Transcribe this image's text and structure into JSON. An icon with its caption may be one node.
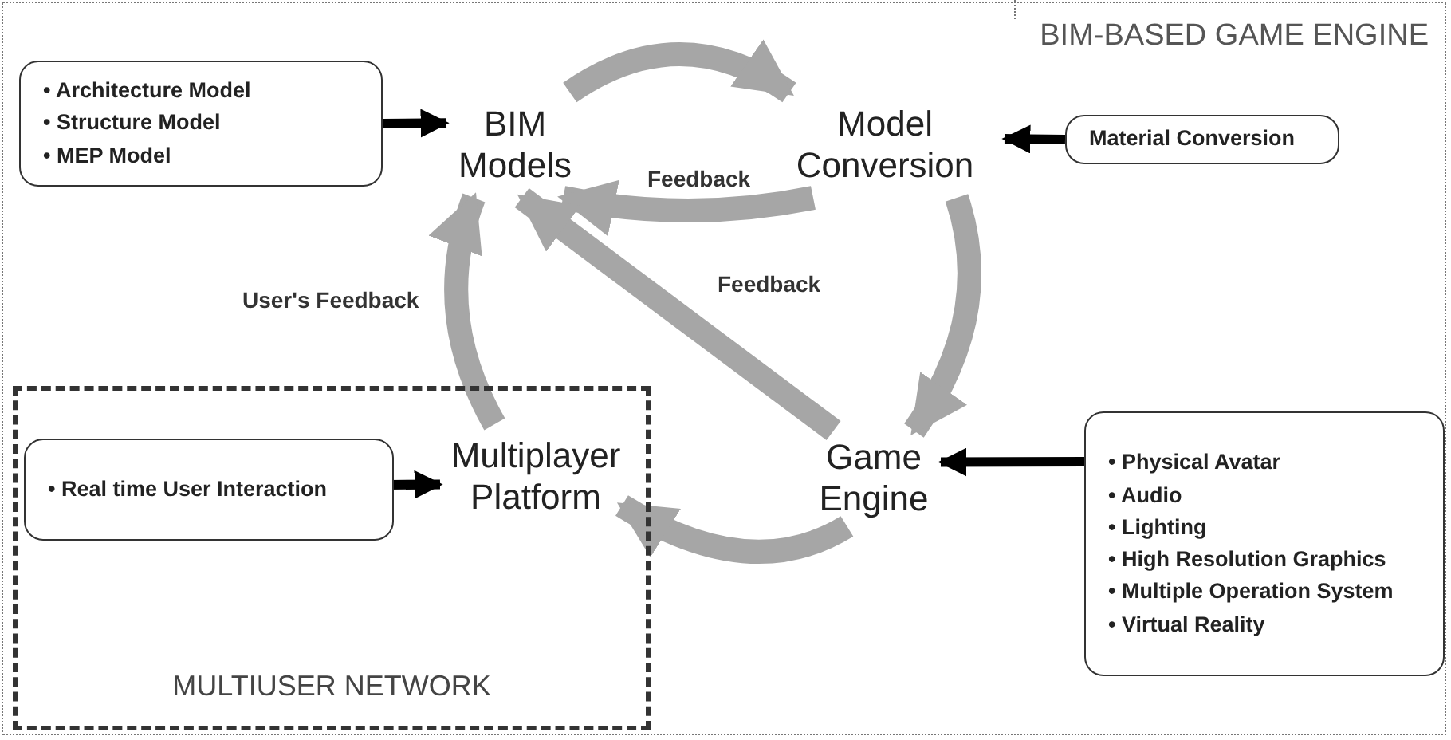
{
  "diagram": {
    "title": "BIM-BASED GAME ENGINE",
    "nodes": [
      {
        "text": [
          "• Architecture Model",
          "• Structure Model",
          "• MEP Model"
        ]
      },
      {
        "text": [
          "BIM Models"
        ]
      },
      {
        "text": [
          "Model Conversion"
        ]
      },
      {
        "text": [
          "Material Conversion"
        ]
      },
      {
        "text": [
          "MULTIUSER NETWORK"
        ]
      },
      {
        "text": [
          "• Real time User Interaction"
        ],
        "in": 4
      },
      {
        "text": [
          "Multiplayer Platform"
        ],
        "in": 4
      },
      {
        "text": [
          "Game Engine"
        ]
      },
      {
        "text": [
          "• Physical Avatar",
          "• Audio",
          "• Lighting",
          "• High Resolution Graphics",
          "• Multiple Operation System",
          "• Virtual Reality"
        ]
      }
    ],
    "edges": [
      {
        "from": 0,
        "to": 1,
        "arrow": "to",
        "color": "#000000"
      },
      {
        "from": 3,
        "to": 2,
        "arrow": "to",
        "color": "#000000"
      },
      {
        "from": 8,
        "to": 7,
        "arrow": "to",
        "color": "#000000"
      },
      {
        "from": 5,
        "to": 6,
        "arrow": "to",
        "color": "#000000"
      },
      {
        "from": 1,
        "to": 2,
        "arrow": "to"
      },
      {
        "from": 2,
        "to": 1,
        "arrow": "to",
        "label": "Feedback"
      },
      {
        "from": 2,
        "to": 7,
        "arrow": "to"
      },
      {
        "from": 7,
        "to": 1,
        "arrow": "to",
        "label": "Feedback"
      },
      {
        "from": 7,
        "to": 6,
        "arrow": "to"
      },
      {
        "from": 6,
        "to": 1,
        "arrow": "to",
        "label": "User's Feedback"
      }
    ]
  }
}
